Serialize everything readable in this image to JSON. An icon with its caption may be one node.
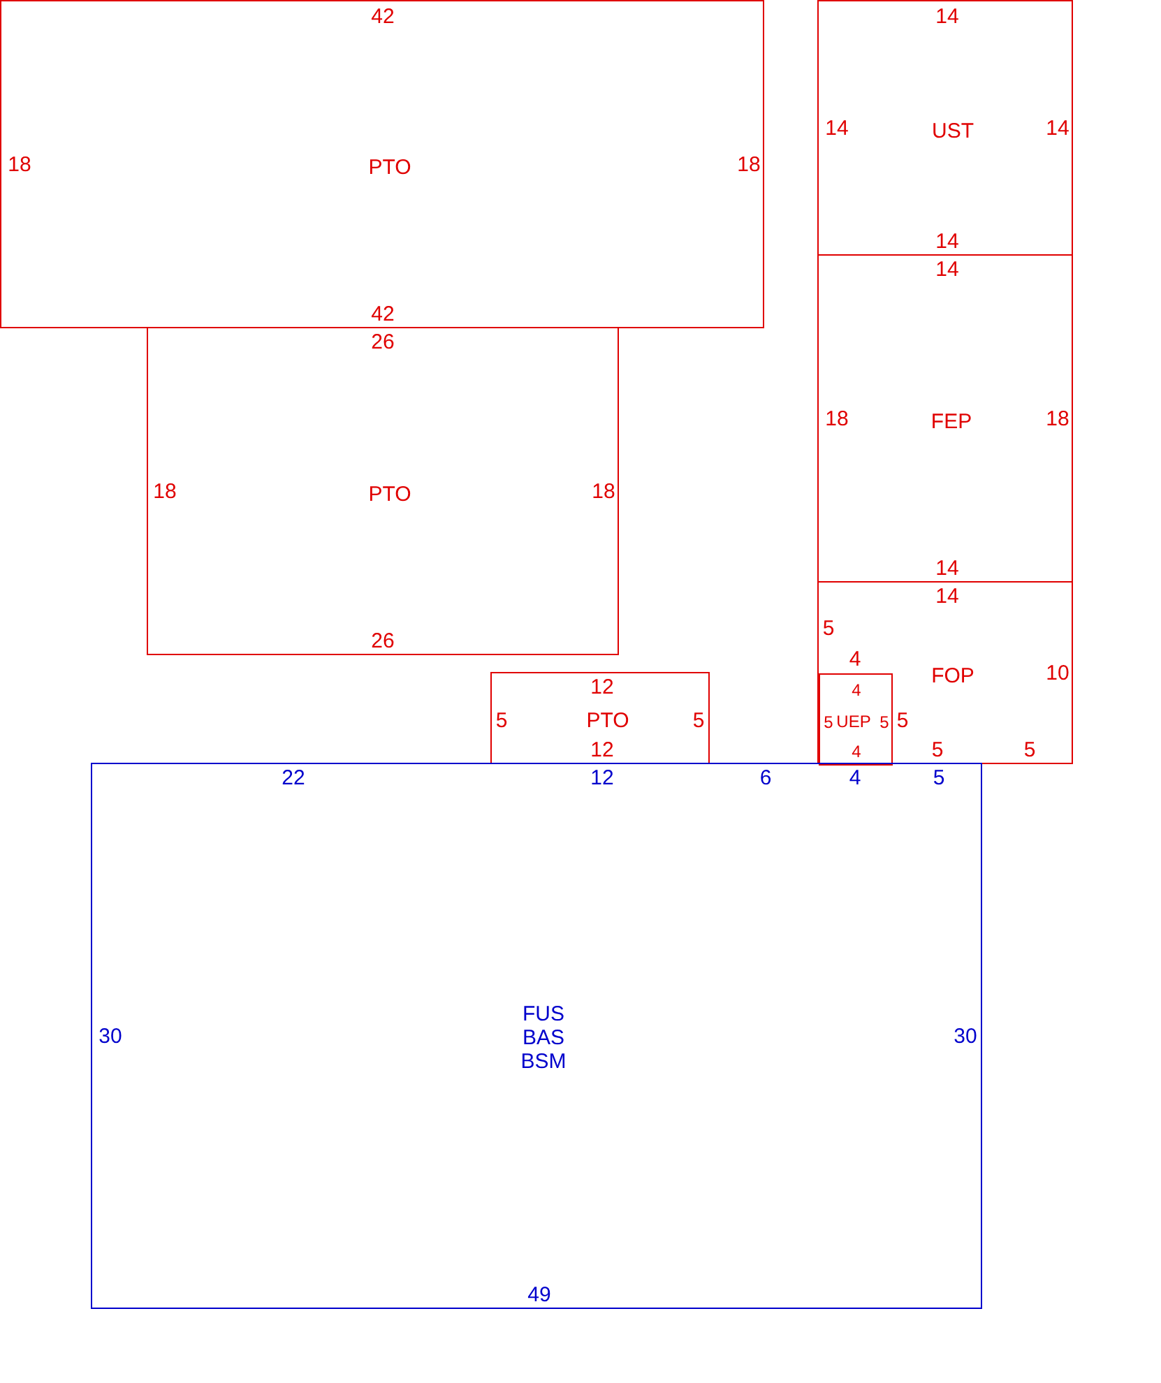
{
  "diagram": {
    "nodes": [
      {
        "text": [
          "42",
          "18",
          "PTO",
          "18",
          "42"
        ]
      },
      {
        "text": [
          "26",
          "18",
          "PTO",
          "18",
          "26"
        ]
      },
      {
        "text": [
          "12",
          "5",
          "PTO",
          "5",
          "12"
        ]
      },
      {
        "text": [
          "14",
          "14",
          "UST",
          "14",
          "14"
        ]
      },
      {
        "text": [
          "14",
          "18",
          "FEP",
          "18",
          "14"
        ]
      },
      {
        "text": [
          "14",
          "5",
          "4",
          "FOP",
          "10",
          "5",
          "5",
          "5"
        ]
      },
      {
        "text": [
          "4",
          "5",
          "UEP",
          "5",
          "4"
        ],
        "in": 5
      },
      {
        "text": [
          "22",
          "12",
          "6",
          "4",
          "5",
          "30",
          "FUS",
          "BAS",
          "BSM",
          "30",
          "49"
        ]
      }
    ]
  }
}
